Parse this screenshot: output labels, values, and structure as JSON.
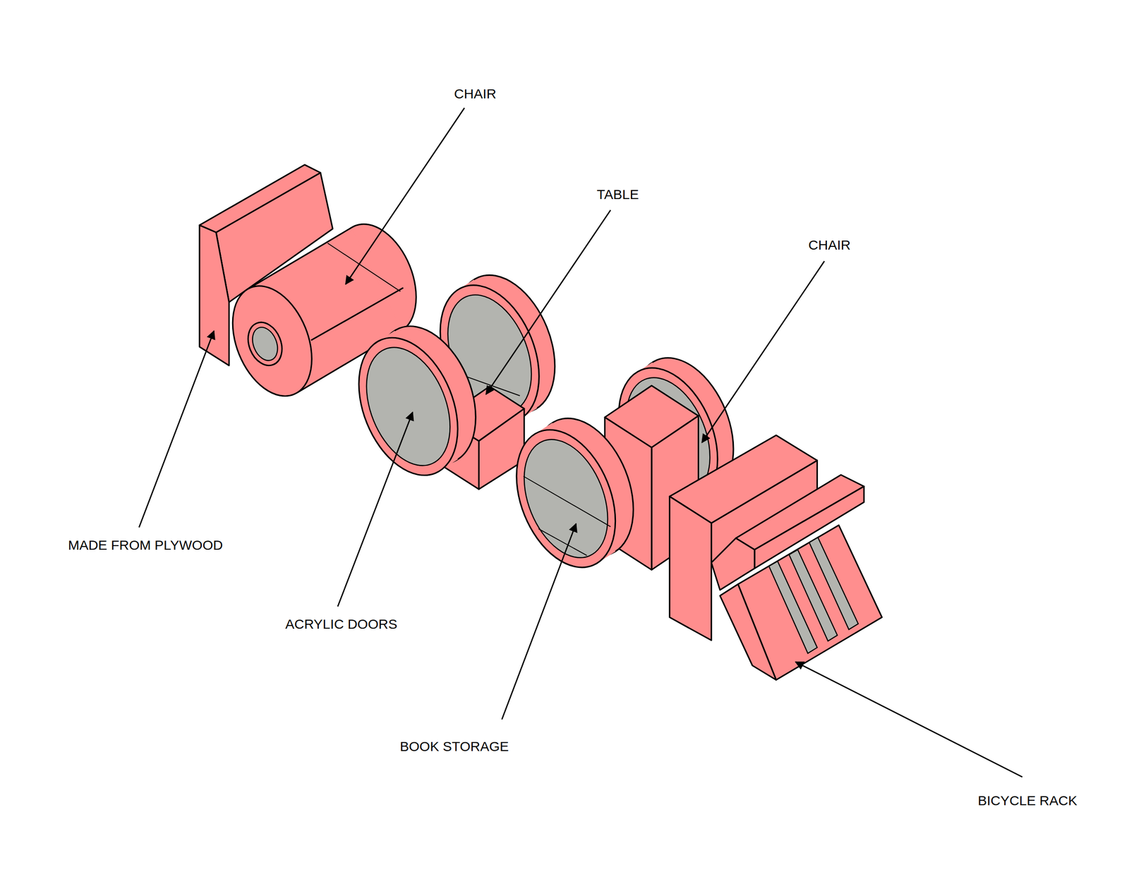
{
  "diagram": {
    "labels": [
      "CHAIR",
      "TABLE",
      "CHAIR",
      "MADE FROM PLYWOOD",
      "ACRYLIC DOORS",
      "BOOK STORAGE",
      "BICYCLE RACK"
    ]
  }
}
